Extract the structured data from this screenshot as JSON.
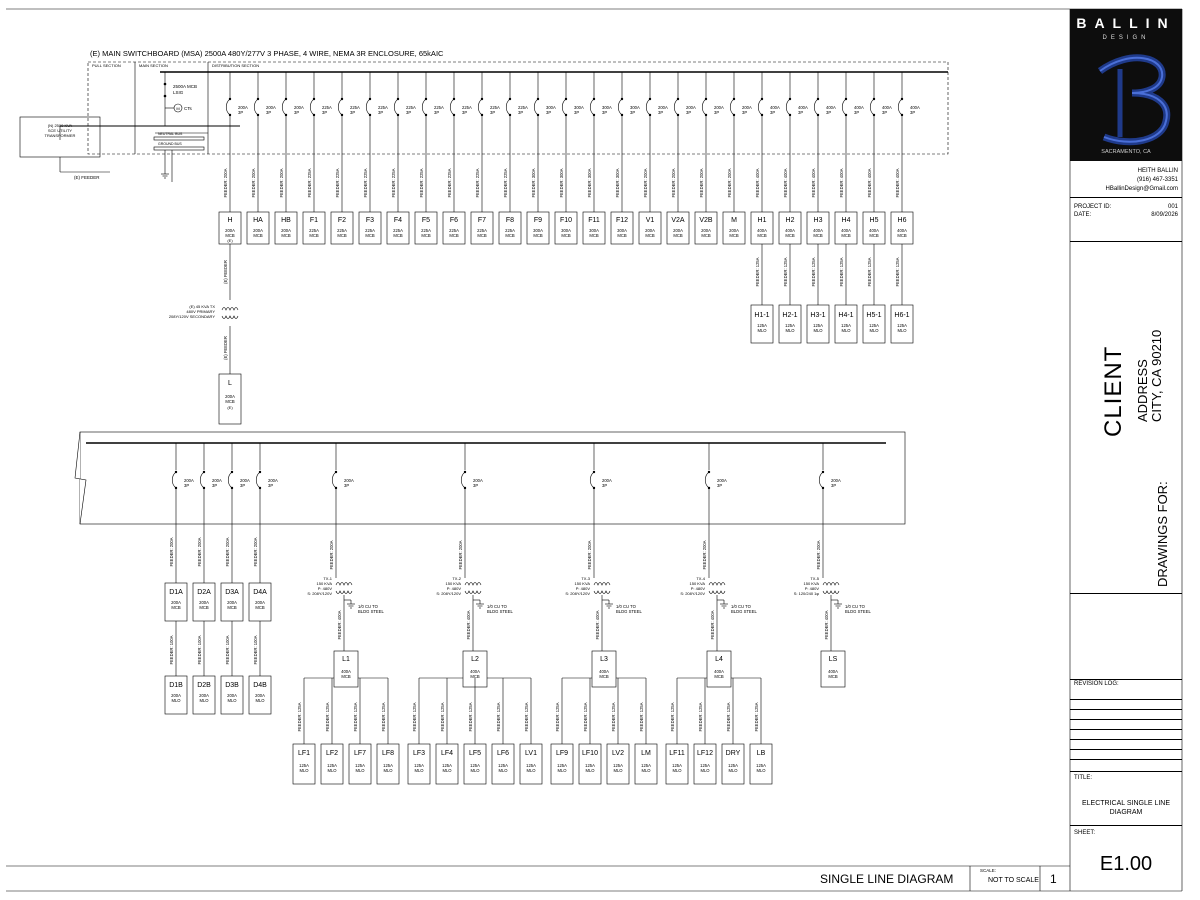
{
  "header": {
    "title": "(E) MAIN SWITCHBOARD (MSA) 2500A 480Y/277V 3 PHASE, 4 WIRE, NEMA 3R ENCLOSURE, 65kAIC",
    "pull_section": "PULL SECTION",
    "main_section": "MAIN SECTION",
    "distribution_section": "DISTRIBUTION SECTION"
  },
  "service": {
    "transformer": [
      "(N) 2500 KVA",
      "SCE UTILITY",
      "TRANSFORMER"
    ],
    "main_breaker": [
      "2500A MCB",
      "LSIG"
    ],
    "cts": "CTs",
    "meter": "M",
    "neutral_bus": "NEUTRAL BUS",
    "ground_bus": "GROUND BUS",
    "feeder_label": "(E) FEEDER"
  },
  "upper": {
    "feeder_prefix": "FEEDER:",
    "panels": [
      {
        "name": "H",
        "cb": "200A",
        "pole": "3P",
        "feeder": "FEEDER: 200A",
        "rating": "200A",
        "type": "MCB",
        "note": "(E)"
      },
      {
        "name": "HA",
        "cb": "200A",
        "pole": "3P",
        "feeder": "FEEDER: 200A",
        "rating": "200A",
        "type": "MCB"
      },
      {
        "name": "HB",
        "cb": "200A",
        "pole": "3P",
        "feeder": "FEEDER: 200A",
        "rating": "200A",
        "type": "MCB"
      },
      {
        "name": "F1",
        "cb": "225A",
        "pole": "3P",
        "feeder": "FEEDER: 225A",
        "rating": "225A",
        "type": "MCB"
      },
      {
        "name": "F2",
        "cb": "225A",
        "pole": "3P",
        "feeder": "FEEDER: 225A",
        "rating": "225A",
        "type": "MCB"
      },
      {
        "name": "F3",
        "cb": "225A",
        "pole": "3P",
        "feeder": "FEEDER: 225A",
        "rating": "225A",
        "type": "MCB"
      },
      {
        "name": "F4",
        "cb": "225A",
        "pole": "3P",
        "feeder": "FEEDER: 225A",
        "rating": "225A",
        "type": "MCB"
      },
      {
        "name": "F5",
        "cb": "225A",
        "pole": "3P",
        "feeder": "FEEDER: 225A",
        "rating": "225A",
        "type": "MCB"
      },
      {
        "name": "F6",
        "cb": "225A",
        "pole": "3P",
        "feeder": "FEEDER: 225A",
        "rating": "225A",
        "type": "MCB"
      },
      {
        "name": "F7",
        "cb": "225A",
        "pole": "3P",
        "feeder": "FEEDER: 225A",
        "rating": "225A",
        "type": "MCB"
      },
      {
        "name": "F8",
        "cb": "225A",
        "pole": "3P",
        "feeder": "FEEDER: 225A",
        "rating": "225A",
        "type": "MCB"
      },
      {
        "name": "F9",
        "cb": "300A",
        "pole": "3P",
        "feeder": "FEEDER: 300A",
        "rating": "300A",
        "type": "MCB"
      },
      {
        "name": "F10",
        "cb": "300A",
        "pole": "3P",
        "feeder": "FEEDER: 300A",
        "rating": "300A",
        "type": "MCB"
      },
      {
        "name": "F11",
        "cb": "300A",
        "pole": "3P",
        "feeder": "FEEDER: 300A",
        "rating": "300A",
        "type": "MCB"
      },
      {
        "name": "F12",
        "cb": "300A",
        "pole": "3P",
        "feeder": "FEEDER: 300A",
        "rating": "300A",
        "type": "MCB"
      },
      {
        "name": "V1",
        "cb": "200A",
        "pole": "3P",
        "feeder": "FEEDER: 200A",
        "rating": "200A",
        "type": "MCB"
      },
      {
        "name": "V2A",
        "cb": "200A",
        "pole": "3P",
        "feeder": "FEEDER: 200A",
        "rating": "200A",
        "type": "MCB"
      },
      {
        "name": "V2B",
        "cb": "200A",
        "pole": "3P",
        "feeder": "FEEDER: 200A",
        "rating": "200A",
        "type": "MCB"
      },
      {
        "name": "M",
        "cb": "200A",
        "pole": "3P",
        "feeder": "FEEDER: 200A",
        "rating": "200A",
        "type": "MCB"
      },
      {
        "name": "H1",
        "cb": "400A",
        "pole": "3P",
        "feeder": "FEEDER: 400A",
        "rating": "400A",
        "type": "MCB"
      },
      {
        "name": "H2",
        "cb": "400A",
        "pole": "3P",
        "feeder": "FEEDER: 400A",
        "rating": "400A",
        "type": "MCB"
      },
      {
        "name": "H3",
        "cb": "400A",
        "pole": "3P",
        "feeder": "FEEDER: 400A",
        "rating": "400A",
        "type": "MCB"
      },
      {
        "name": "H4",
        "cb": "400A",
        "pole": "3P",
        "feeder": "FEEDER: 400A",
        "rating": "400A",
        "type": "MCB"
      },
      {
        "name": "H5",
        "cb": "400A",
        "pole": "3P",
        "feeder": "FEEDER: 400A",
        "rating": "400A",
        "type": "MCB"
      },
      {
        "name": "H6",
        "cb": "400A",
        "pole": "3P",
        "feeder": "FEEDER: 400A",
        "rating": "400A",
        "type": "MCB"
      }
    ],
    "subpanels": [
      {
        "name": "H1-1",
        "feeder": "FEEDER: 125A",
        "rating": "125A",
        "type": "MLO"
      },
      {
        "name": "H2-1",
        "feeder": "FEEDER: 125A",
        "rating": "125A",
        "type": "MLO"
      },
      {
        "name": "H3-1",
        "feeder": "FEEDER: 125A",
        "rating": "125A",
        "type": "MLO"
      },
      {
        "name": "H4-1",
        "feeder": "FEEDER: 125A",
        "rating": "125A",
        "type": "MLO"
      },
      {
        "name": "H5-1",
        "feeder": "FEEDER: 125A",
        "rating": "125A",
        "type": "MLO"
      },
      {
        "name": "H6-1",
        "feeder": "FEEDER: 125A",
        "rating": "125A",
        "type": "MLO"
      }
    ],
    "h_feeder_1": "(E) FEEDER",
    "h_feeder_2": "(E) FEEDER",
    "h_transformer": [
      "(E) 45 KVA TX",
      "480V PRIMARY",
      "208Y/120V SECONDARY"
    ],
    "panel_l": {
      "name": "L",
      "rating": "200A",
      "type": "MCB",
      "note": "(E)"
    }
  },
  "lower": {
    "d_panels": [
      {
        "name": "D1A",
        "cb": "200A",
        "pole": "3P",
        "feeder": "FEEDER: 200A",
        "rating": "200A",
        "type": "MCB",
        "sub": "D1B",
        "sub_feeder": "FEEDER: 100A",
        "sub_rating": "200A",
        "sub_type": "MLO"
      },
      {
        "name": "D2A",
        "cb": "200A",
        "pole": "3P",
        "feeder": "FEEDER: 200A",
        "rating": "200A",
        "type": "MCB",
        "sub": "D2B",
        "sub_feeder": "FEEDER: 100A",
        "sub_rating": "200A",
        "sub_type": "MLO"
      },
      {
        "name": "D3A",
        "cb": "200A",
        "pole": "3P",
        "feeder": "FEEDER: 200A",
        "rating": "200A",
        "type": "MCB",
        "sub": "D3B",
        "sub_feeder": "FEEDER: 100A",
        "sub_rating": "200A",
        "sub_type": "MLO"
      },
      {
        "name": "D4A",
        "cb": "200A",
        "pole": "3P",
        "feeder": "FEEDER: 200A",
        "rating": "200A",
        "type": "MCB",
        "sub": "D4B",
        "sub_feeder": "FEEDER: 100A",
        "sub_rating": "200A",
        "sub_type": "MLO"
      }
    ],
    "tx_groups": [
      {
        "cb": "200A",
        "pole": "3P",
        "feeder": "FEEDER: 200A",
        "tx": [
          "TX-1",
          "150 KVA",
          "P: 480V",
          "S: 208Y/120V"
        ],
        "ground": [
          "1/0 CU TO",
          "BLDG STEEL"
        ],
        "sec_feeder": "FEEDER: 400A",
        "panel": "L1",
        "rating": "400A",
        "type": "MCB",
        "subs": [
          {
            "name": "LF1",
            "feeder": "FEEDER: 125A"
          },
          {
            "name": "LF2",
            "feeder": "FEEDER: 125A"
          },
          {
            "name": "LF7",
            "feeder": "FEEDER: 125A"
          },
          {
            "name": "LF8",
            "feeder": "FEEDER: 125A"
          }
        ]
      },
      {
        "cb": "200A",
        "pole": "3P",
        "feeder": "FEEDER: 200A",
        "tx": [
          "TX-2",
          "150 KVA",
          "P: 480V",
          "S: 208Y/120V"
        ],
        "ground": [
          "1/0 CU TO",
          "BLDG STEEL"
        ],
        "sec_feeder": "FEEDER: 400A",
        "panel": "L2",
        "rating": "400A",
        "type": "MCB",
        "subs": [
          {
            "name": "LF3",
            "feeder": "FEEDER: 125A"
          },
          {
            "name": "LF4",
            "feeder": "FEEDER: 125A"
          },
          {
            "name": "LF5",
            "feeder": "FEEDER: 125A"
          },
          {
            "name": "LF6",
            "feeder": "FEEDER: 125A"
          },
          {
            "name": "LV1",
            "feeder": "FEEDER: 125A"
          }
        ]
      },
      {
        "cb": "200A",
        "pole": "3P",
        "feeder": "FEEDER: 200A",
        "tx": [
          "TX-3",
          "150 KVA",
          "P: 480V",
          "S: 208Y/120V"
        ],
        "ground": [
          "1/0 CU TO",
          "BLDG STEEL"
        ],
        "sec_feeder": "FEEDER: 400A",
        "panel": "L3",
        "rating": "400A",
        "type": "MCB",
        "subs": [
          {
            "name": "LF9",
            "feeder": "FEEDER: 125A"
          },
          {
            "name": "LF10",
            "feeder": "FEEDER: 125A"
          },
          {
            "name": "LV2",
            "feeder": "FEEDER: 125A"
          },
          {
            "name": "LM",
            "feeder": "FEEDER: 125A"
          }
        ]
      },
      {
        "cb": "200A",
        "pole": "3P",
        "feeder": "FEEDER: 200A",
        "tx": [
          "TX-4",
          "150 KVA",
          "P: 480V",
          "S: 208Y/120V"
        ],
        "ground": [
          "1/0 CU TO",
          "BLDG STEEL"
        ],
        "sec_feeder": "FEEDER: 400A",
        "panel": "L4",
        "rating": "400A",
        "type": "MCB",
        "subs": [
          {
            "name": "LF11",
            "feeder": "FEEDER: 125A"
          },
          {
            "name": "LF12",
            "feeder": "FEEDER: 125A"
          },
          {
            "name": "DRY",
            "feeder": "FEEDER: 125A"
          },
          {
            "name": "LB",
            "feeder": "FEEDER: 125A"
          }
        ]
      },
      {
        "cb": "200A",
        "pole": "3P",
        "feeder": "FEEDER: 200A",
        "tx": [
          "TX-5",
          "150 KVA",
          "P: 480V",
          "S: 120/240 1φ"
        ],
        "ground": [
          "1/0 CU TO",
          "BLDG STEEL"
        ],
        "sec_feeder": "FEEDER: 400A",
        "panel": "LS",
        "rating": "400A",
        "type": "MCB",
        "subs": []
      }
    ],
    "sub_rating": "125A",
    "sub_type": "MLO"
  },
  "titleblock": {
    "brand": "BALLIN",
    "brand_sub": "DESIGN",
    "city": "SACRAMENTO, CA",
    "contact_name": "HEITH BALLIN",
    "phone": "(916) 467-3351",
    "email": "HBallinDesign@Gmail.com",
    "project_id_label": "PROJECT ID:",
    "project_id": "001",
    "date_label": "DATE:",
    "date": "8/09/2026",
    "drawings_for": "DRAWINGS FOR:",
    "client": "CLIENT",
    "address1": "ADDRESS",
    "address2": "CITY, CA 90210",
    "revision_log": "REVISION LOG:",
    "title_label": "TITLE:",
    "title1": "ELECTRICAL SINGLE LINE",
    "title2": "DIAGRAM",
    "sheet_label": "SHEET:",
    "sheet": "E1.00"
  },
  "footer": {
    "sheet_title": "SINGLE LINE DIAGRAM",
    "scale_label": "SCALE:",
    "scale": "NOT TO SCALE",
    "page": "1"
  },
  "colors": {
    "ink": "#000000",
    "logo_bg": "#0d0d0d",
    "logo_accent": "#1f3a8a"
  }
}
